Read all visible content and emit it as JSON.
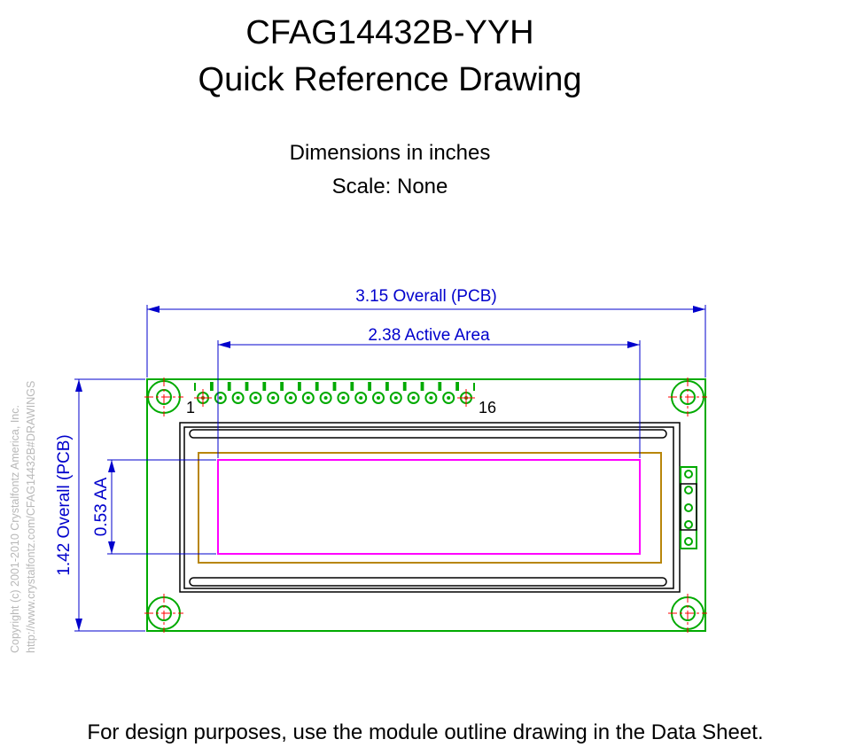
{
  "title": {
    "line1": "CFAG14432B-YYH",
    "line2": "Quick Reference Drawing"
  },
  "subtitle": {
    "units": "Dimensions in inches",
    "scale": "Scale: None"
  },
  "dimensions": {
    "overall_width": "3.15 Overall (PCB)",
    "active_area_width": "2.38 Active Area",
    "overall_height": "1.42 Overall (PCB)",
    "active_area_height": "0.53 AA"
  },
  "pins": {
    "first": "1",
    "last": "16",
    "count": 16
  },
  "copyright": {
    "line1": "Copyright (c) 2001-2010 Crystalfontz America, Inc.",
    "line2": "http://www.crystalfontz.com/CFAG14432B#DRAWINGS"
  },
  "footer": "For design purposes, use the module outline drawing in the Data Sheet.",
  "colors": {
    "dimension": "#0000cc",
    "pcb": "#00aa00",
    "center_mark": "#ff0000",
    "bezel_outline": "#000000",
    "viewing_area": "#b8860b",
    "active_area": "#ff00ff"
  }
}
